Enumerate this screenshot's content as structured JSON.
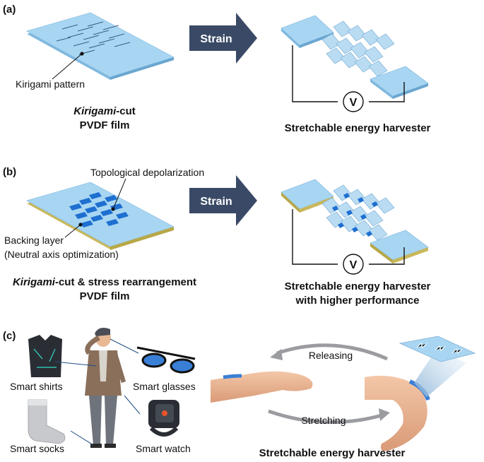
{
  "panel_a": {
    "letter": "(a)",
    "kirigami_label": "Kirigami pattern",
    "film_caption_italic": "Kirigami",
    "film_caption_rest": "-cut",
    "film_caption_line2": "PVDF film",
    "arrow_label": "Strain",
    "voltmeter": "V",
    "harvester_caption": "Stretchable energy harvester"
  },
  "panel_b": {
    "letter": "(b)",
    "depolarization_label": "Topological depolarization",
    "backing_label_1": "Backing layer",
    "backing_label_2": "(Neutral axis optimization)",
    "film_caption_italic": "Kirigami",
    "film_caption_rest": "-cut & stress rearrangement",
    "film_caption_line2": "PVDF film",
    "arrow_label": "Strain",
    "voltmeter": "V",
    "harvester_caption_1": "Stretchable energy harvester",
    "harvester_caption_2": "with higher performance"
  },
  "panel_c": {
    "letter": "(c)",
    "smart_shirts": "Smart shirts",
    "smart_glasses": "Smart glasses",
    "smart_socks": "Smart socks",
    "smart_watch": "Smart watch",
    "releasing": "Releasing",
    "stretching": "Stretching",
    "harvester_caption": "Stretchable energy harvester"
  },
  "colors": {
    "film_top": "#a8d6f2",
    "film_side": "#7fb8de",
    "backing": "#c9b85a",
    "arrow": "#3a4a66",
    "depolarized": "#1f6fd1"
  }
}
